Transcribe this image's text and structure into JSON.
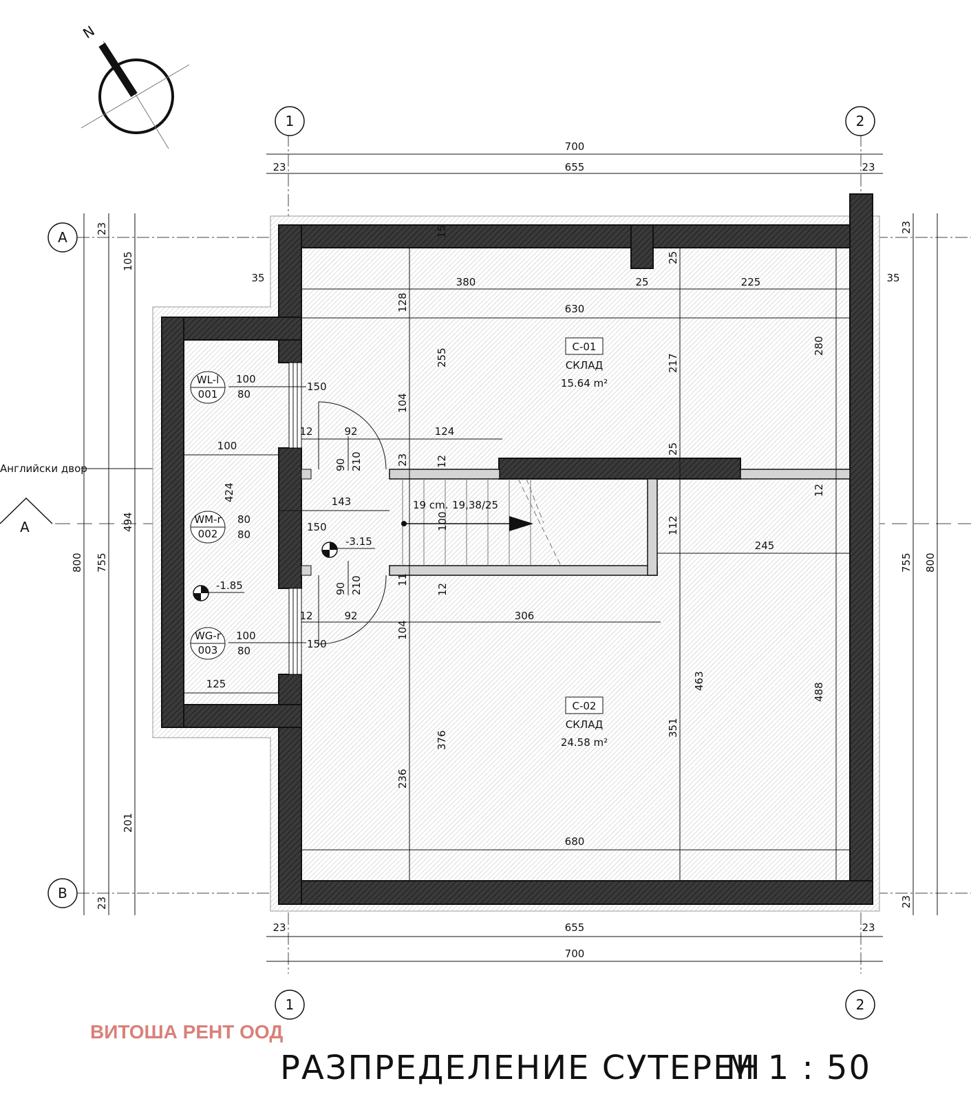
{
  "title": "РАЗПРЕДЕЛЕНИЕ СУТЕРЕН",
  "scale": "М 1 : 50",
  "watermark": "ВИТОША РЕНТ ООД",
  "north": "N",
  "grid_axes": {
    "col1": "1",
    "col2": "2",
    "rowA": "A",
    "rowB": "B"
  },
  "section_marker": "A",
  "section_label": "Английски двор",
  "rooms": [
    {
      "code": "С-01",
      "name": "СКЛАД",
      "area": "15.64 m²"
    },
    {
      "code": "С-02",
      "name": "СКЛАД",
      "area": "24.58 m²"
    }
  ],
  "windows": [
    {
      "code": "WL-l",
      "num": "001",
      "w": "100",
      "h": "80",
      "sill": "150"
    },
    {
      "code": "WM-r",
      "num": "002",
      "w": "80",
      "h": "80",
      "sill": "150"
    },
    {
      "code": "WG-r",
      "num": "003",
      "w": "100",
      "h": "80",
      "sill": "150"
    }
  ],
  "levels": {
    "courtyard": "-1.85",
    "floor": "-3.15"
  },
  "stair": {
    "steps": "19 cm.",
    "spec": "19,38/25"
  },
  "doors": [
    {
      "w": "90",
      "h": "210"
    },
    {
      "w": "90",
      "h": "210"
    }
  ],
  "dims": {
    "top_total": "700",
    "top_inner": "655",
    "top_left": "23",
    "top_right": "23",
    "bot_total": "700",
    "bot_inner": "655",
    "bot_left": "23",
    "bot_right": "23",
    "left_total": "800",
    "left_inner": "755",
    "left_523": "23",
    "left_b23": "23",
    "left_105": "105",
    "left_494": "494",
    "left_201": "201",
    "right_total": "800",
    "right_inner": "755",
    "right_23a": "23",
    "right_23b": "23",
    "d35l": "35",
    "d35r": "35",
    "d380": "380",
    "d25a": "25",
    "d225": "225",
    "d630": "630",
    "d128": "128",
    "d255": "255",
    "d217": "217",
    "d280": "280",
    "d25b": "25",
    "d15": "15",
    "d104a": "104",
    "d12a": "12",
    "d92a": "92",
    "d124": "124",
    "d100a": "100",
    "d23s": "23",
    "d12b": "12",
    "d25c": "25",
    "d12c": "12",
    "d424": "424",
    "d143": "143",
    "d100b": "100",
    "d112": "112",
    "d245": "245",
    "d11": "11",
    "d12d": "12",
    "d12e": "12",
    "d92b": "92",
    "d306": "306",
    "d104b": "104",
    "d125": "125",
    "d463": "463",
    "d488": "488",
    "d351": "351",
    "d376": "376",
    "d236": "236",
    "d680": "680"
  }
}
